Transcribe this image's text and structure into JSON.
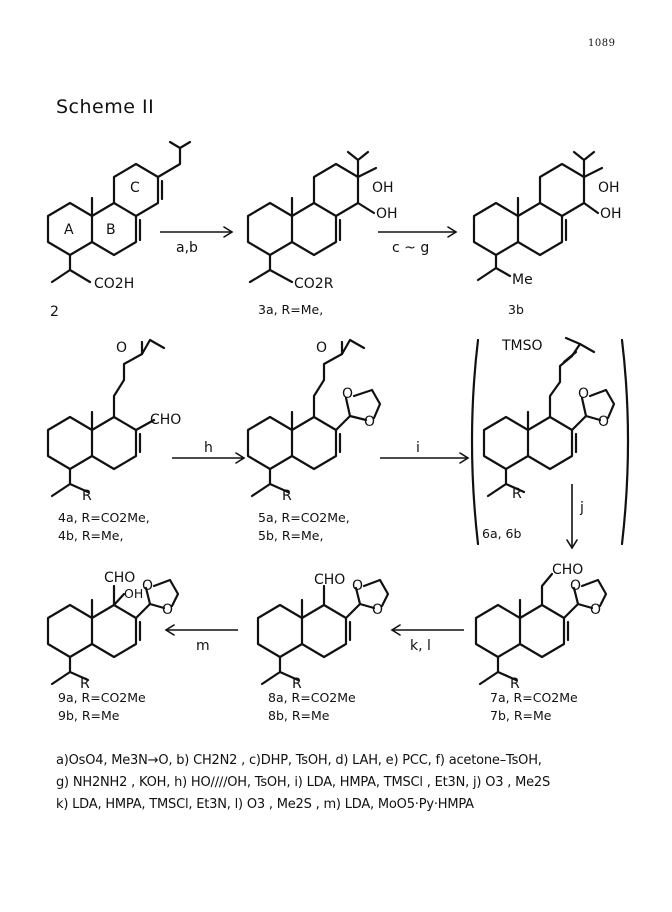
{
  "page_number": "1089",
  "scheme_title": "Scheme II",
  "compounds": {
    "c2": {
      "number": "2",
      "labels": [
        "C",
        "A",
        "B",
        "CO2H"
      ]
    },
    "c3": {
      "caption": "3a, R=Me,",
      "caption2": "3b",
      "groups": [
        "OH",
        "OH",
        "CO2R",
        "OH",
        "OH",
        "Me"
      ]
    },
    "c4": {
      "caption_a": "4a, R=CO2Me,",
      "caption_b": "4b, R=Me,",
      "groups": [
        "O",
        "CHO",
        "R"
      ]
    },
    "c5": {
      "caption_a": "5a, R=CO2Me,",
      "caption_b": "5b, R=Me,",
      "groups": [
        "O",
        "O",
        "O",
        "R"
      ]
    },
    "c6": {
      "caption": "6a, 6b",
      "groups": [
        "TMSO",
        "O",
        "O",
        "R"
      ]
    },
    "c7": {
      "caption_a": "7a, R=CO2Me",
      "caption_b": "7b, R=Me",
      "groups": [
        "CHO",
        "O",
        "O",
        "R"
      ]
    },
    "c8": {
      "caption_a": "8a, R=CO2Me",
      "caption_b": "8b, R=Me",
      "groups": [
        "CHO",
        "O",
        "O",
        "R"
      ]
    },
    "c9": {
      "caption_a": "9a, R=CO2Me",
      "caption_b": "9b, R=Me",
      "groups": [
        "CHO",
        "OH",
        "O",
        "O",
        "R"
      ]
    }
  },
  "arrows": {
    "ab": "a,b",
    "cg": "c ~ g",
    "h": "h",
    "i": "i",
    "j": "j",
    "kl": "k, l",
    "m": "m"
  },
  "conditions": [
    "a)OsO4, Me3N→O, b) CH2N2 , c)DHP, TsOH,   d) LAH,   e) PCC,  f) acetone–TsOH,",
    "g) NH2NH2 , KOH,   h) HO∕∕∕∕OH, TsOH,   i) LDA, HMPA, TMSCl , Et3N,  j) O3 , Me2S",
    "k) LDA, HMPA, TMSCl, Et3N,   l) O3 , Me2S ,  m) LDA, MoO5·Py·HMPA"
  ]
}
